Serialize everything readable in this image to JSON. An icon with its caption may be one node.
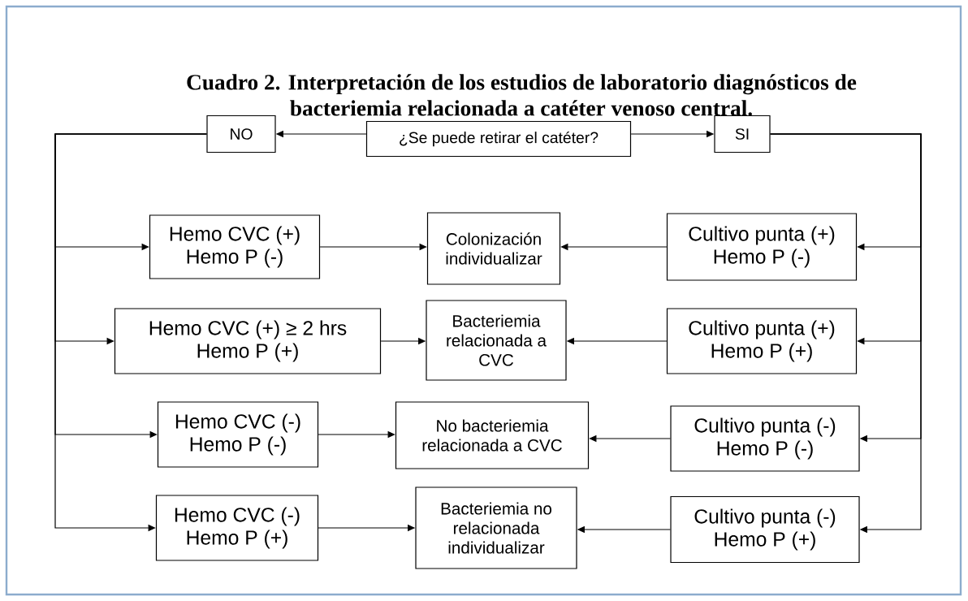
{
  "diagram": {
    "title": "Cuadro 2. Interpretación de los estudios de laboratorio diagnósticos de bacteriemia relacionada a catéter venoso central.",
    "nodes": [
      {
        "text": [
          "¿Se puede retirar el catéter?"
        ]
      },
      {
        "text": [
          "NO"
        ]
      },
      {
        "text": [
          "SI"
        ]
      },
      {
        "text": [
          "Hemo CVC (+) Hemo P (-)"
        ]
      },
      {
        "text": [
          "Colonización individualizar"
        ]
      },
      {
        "text": [
          "Cultivo punta (+) Hemo P (-)"
        ]
      },
      {
        "text": [
          "Hemo CVC (+) ≥ 2 hrs Hemo P (+)"
        ]
      },
      {
        "text": [
          "Bacteriemia relacionada a CVC"
        ]
      },
      {
        "text": [
          "Cultivo punta (+) Hemo P (+)"
        ]
      },
      {
        "text": [
          "Hemo CVC (-) Hemo P (-)"
        ]
      },
      {
        "text": [
          "No bacteriemia relacionada a CVC"
        ]
      },
      {
        "text": [
          "Cultivo punta (-) Hemo P (-)"
        ]
      },
      {
        "text": [
          "Hemo CVC (-) Hemo P (+)"
        ]
      },
      {
        "text": [
          "Bacteriemia no relacionada individualizar"
        ]
      },
      {
        "text": [
          "Cultivo punta (-) Hemo P (+)"
        ]
      }
    ],
    "edges": [
      {
        "from": 0,
        "to": 1,
        "arrow": "to"
      },
      {
        "from": 0,
        "to": 2,
        "arrow": "to"
      },
      {
        "from": 1,
        "to": 3,
        "arrow": "to"
      },
      {
        "from": 1,
        "to": 6,
        "arrow": "to"
      },
      {
        "from": 1,
        "to": 9,
        "arrow": "to"
      },
      {
        "from": 1,
        "to": 12,
        "arrow": "to"
      },
      {
        "from": 2,
        "to": 5,
        "arrow": "to"
      },
      {
        "from": 2,
        "to": 8,
        "arrow": "to"
      },
      {
        "from": 2,
        "to": 11,
        "arrow": "to"
      },
      {
        "from": 2,
        "to": 14,
        "arrow": "to"
      },
      {
        "from": 3,
        "to": 4,
        "arrow": "to"
      },
      {
        "from": 5,
        "to": 4,
        "arrow": "to"
      },
      {
        "from": 6,
        "to": 7,
        "arrow": "to"
      },
      {
        "from": 8,
        "to": 7,
        "arrow": "to"
      },
      {
        "from": 9,
        "to": 10,
        "arrow": "to"
      },
      {
        "from": 11,
        "to": 10,
        "arrow": "to"
      },
      {
        "from": 12,
        "to": 13,
        "arrow": "to"
      },
      {
        "from": 14,
        "to": 13,
        "arrow": "to"
      }
    ]
  }
}
